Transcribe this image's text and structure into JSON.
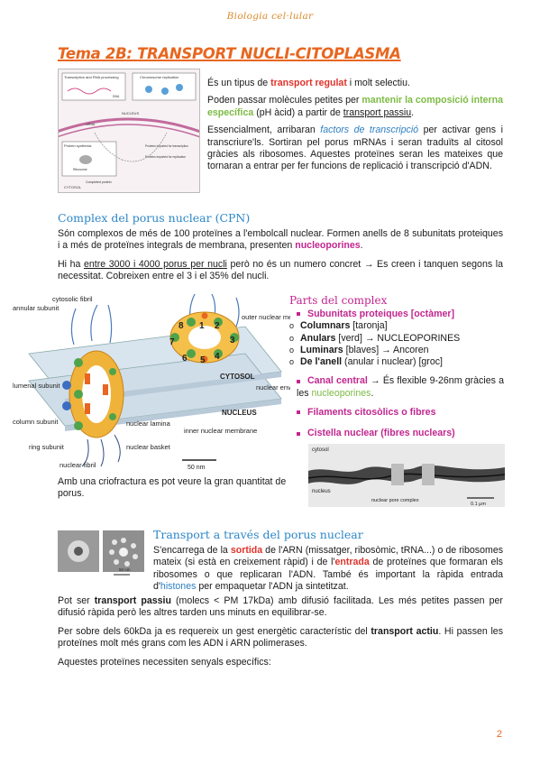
{
  "header": "Biologia cel·lular",
  "title": {
    "prefix": "Tema 2B: ",
    "main": "TRANSPORT NUCLI-CITOPLASMA"
  },
  "intro": {
    "p1a": "És un tipus de ",
    "p1b": "transport regulat",
    "p1c": " i molt selectiu.",
    "p2a": "Poden passar molècules petites per ",
    "p2b": "mantenir la composició interna específica",
    "p2c": " (pH àcid) a partir de ",
    "p2d": "transport passiu",
    "p2e": ".",
    "p3a": "Essencialment, arribaran ",
    "p3b": "factors de transcripció",
    "p3c": " per activar gens i transcriure'ls. Sortiran pel porus mRNAs i seran traduïts al citosol gràcies als ribosomes. Aquestes proteïnes seran les mateixes que tornaran a entrar per fer funcions de replicació i transcripció d'ADN."
  },
  "fig1": {
    "box1": "Transcription and RNA processing",
    "box2": "Chromosome replication",
    "nucleus": "NUCLEUS",
    "box3": "Protein synthesis",
    "ribosome": "Ribosome",
    "completed": "Completed protein",
    "cytosol": "CYTOSOL",
    "dna": "DNA",
    "mrna": "mRNA",
    "imported": "Proteins imported for transcription",
    "imported2": "Proteins imported for replication"
  },
  "cpn": {
    "heading": "Complex del porus nuclear (CPN)",
    "p1a": "Són complexos de més de 100 proteïnes a l'embolcall nuclear. Formen anells de 8 subunitats proteiques i a més de proteïnes integrals de membrana, presenten ",
    "p1b": "nucleoporines",
    "p1c": ".",
    "p2a": "Hi ha ",
    "p2b": "entre 3000 i 4000 porus per nucli",
    "p2c": " però no és un numero concret → Es creen i tanquen segons la necessitat. Cobreixen entre el 3 i el 35% del nucli."
  },
  "fig2": {
    "labels": [
      "annular subunit",
      "cytosolic fibril",
      "outer nuclear membrane",
      "CYTOSOL",
      "lumenal subunit",
      "nuclear envelope",
      "NUCLEUS",
      "column subunit",
      "ring subunit",
      "nuclear lamina",
      "nuclear basket",
      "inner nuclear membrane",
      "nuclear fibril",
      "50 nm"
    ],
    "numbers": [
      "8",
      "1",
      "2",
      "3",
      "4",
      "5",
      "6",
      "7"
    ]
  },
  "parts": {
    "heading": "Parts del complex",
    "b1": "Subunitats proteiques [octàmer]",
    "c1a": "Columnars",
    "c1b": " [taronja]",
    "c2a": "Anulars",
    "c2b": " [verd] → NUCLEOPORINES",
    "c3a": "Luminars",
    "c3b": " [blaves] → Ancoren",
    "c4a": "De l'anell",
    "c4b": " (anular i nuclear) [groc]",
    "b2a": "Canal central",
    "b2b": " → És flexible 9-26nm gràcies a les ",
    "b2c": "nucleoporines",
    "b2d": ".",
    "b3": "Filaments citosòlics o fibres",
    "b4": "Cistella nuclear (fibres nuclears)"
  },
  "fig3": {
    "cytosol": "cytosol",
    "nucleus": "nucleus",
    "npc": "nuclear pore complex",
    "scale": "0.1 μm"
  },
  "crio": "Amb una criofractura es pot veure la gran quantitat de porus.",
  "fig4": {
    "scale": "50 nm"
  },
  "trans": {
    "heading": "Transport a través del porus nuclear",
    "p1a": "S'encarrega de la ",
    "p1b": "sortida",
    "p1c": " de l'ARN (missatger, ribosòmic, tRNA...) o de ribosomes mateix (si està en creixement ràpid) i de l'",
    "p1d": "entrada",
    "p1e": " de proteïnes que formaran els ribosomes o que replicaran l'ADN. També és important la ràpida entrada d'",
    "p1f": "histones",
    "p1g": " per empaquetar l'ADN ja sintetitzat.",
    "p2a": "Pot ser ",
    "p2b": "transport passiu",
    "p2c": " (molecs < PM 17kDa) amb difusió facilitada. Les més petites passen per difusió ràpida però les altres tarden uns minuts en equilibrar-se.",
    "p3a": "Per sobre dels 60kDa ja es requereix un gest energètic característic del ",
    "p3b": "transport actiu",
    "p3c": ". Hi passen les proteïnes molt més grans com les ADN i ARN polimerases.",
    "p4": "Aquestes proteïnes necessiten senyals específics:"
  },
  "page_number": "2"
}
